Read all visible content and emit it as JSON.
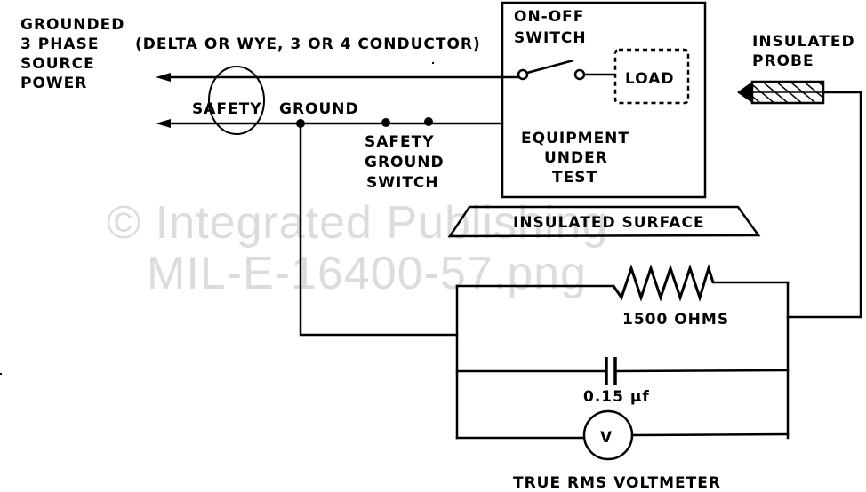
{
  "diagram": {
    "title": "Equipment leakage current test setup",
    "watermark": {
      "line1": "© Integrated Publishing",
      "line2": "MIL-E-16400-57.png"
    },
    "source": {
      "line1": "GROUNDED",
      "line2": "3 PHASE",
      "line3": "SOURCE",
      "line4": "POWER"
    },
    "conductor_note": "(DELTA OR WYE, 3 OR 4 CONDUCTOR)",
    "safety_ground": {
      "label_part1": "SAFETY",
      "label_part2": "GROUND"
    },
    "safety_ground_switch": {
      "line1": "SAFETY",
      "line2": "GROUND",
      "line3": "SWITCH"
    },
    "on_off_switch": {
      "line1": "ON-OFF",
      "line2": "SWITCH"
    },
    "load": {
      "label": "LOAD"
    },
    "equipment": {
      "line1": "EQUIPMENT",
      "line2": "UNDER",
      "line3": "TEST"
    },
    "insulated_surface": {
      "label": "INSULATED SURFACE"
    },
    "insulated_probe": {
      "line1": "INSULATED",
      "line2": "PROBE"
    },
    "resistor": {
      "label": "1500 OHMS"
    },
    "capacitor": {
      "label": "0.15 µf"
    },
    "voltmeter": {
      "symbol": "V",
      "label": "TRUE RMS VOLTMETER"
    }
  }
}
